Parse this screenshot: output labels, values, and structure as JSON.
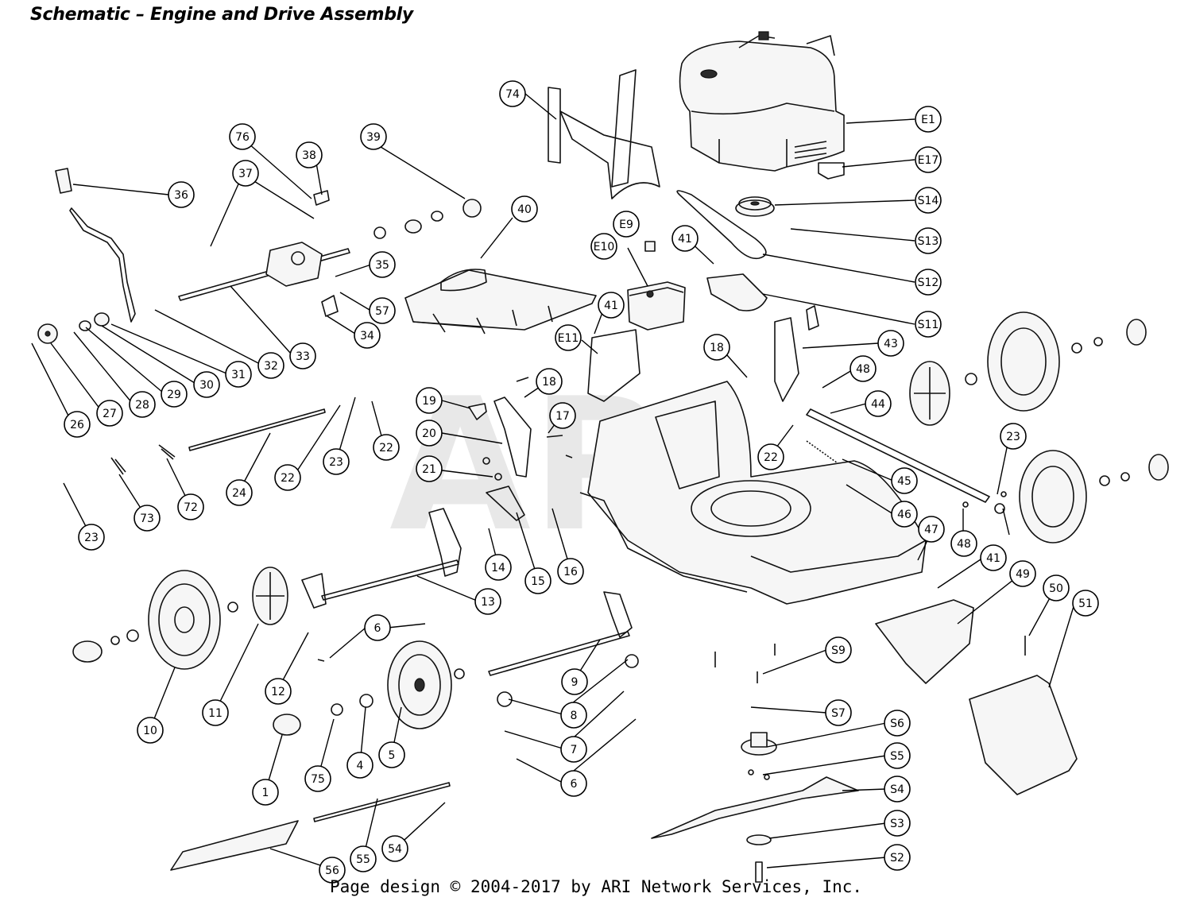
{
  "title": "Schematic – Engine and Drive Assembly",
  "watermark": "ARI",
  "footer": "Page design © 2004-2017 by ARI Network Services, Inc.",
  "callouts": [
    {
      "id": "74",
      "label": "74"
    },
    {
      "id": "E1",
      "label": "E1"
    },
    {
      "id": "E17",
      "label": "E17"
    },
    {
      "id": "76",
      "label": "76"
    },
    {
      "id": "38",
      "label": "38"
    },
    {
      "id": "39",
      "label": "39"
    },
    {
      "id": "36",
      "label": "36"
    },
    {
      "id": "37",
      "label": "37"
    },
    {
      "id": "40",
      "label": "40"
    },
    {
      "id": "S14",
      "label": "S14"
    },
    {
      "id": "E9",
      "label": "E9"
    },
    {
      "id": "S13",
      "label": "S13"
    },
    {
      "id": "E10",
      "label": "E10"
    },
    {
      "id": "41a",
      "label": "41"
    },
    {
      "id": "S12",
      "label": "S12"
    },
    {
      "id": "35",
      "label": "35"
    },
    {
      "id": "57",
      "label": "57"
    },
    {
      "id": "S11",
      "label": "S11"
    },
    {
      "id": "41b",
      "label": "41"
    },
    {
      "id": "34",
      "label": "34"
    },
    {
      "id": "E11",
      "label": "E11"
    },
    {
      "id": "18a",
      "label": "18"
    },
    {
      "id": "43",
      "label": "43"
    },
    {
      "id": "33",
      "label": "33"
    },
    {
      "id": "32",
      "label": "32"
    },
    {
      "id": "31",
      "label": "31"
    },
    {
      "id": "30",
      "label": "30"
    },
    {
      "id": "29",
      "label": "29"
    },
    {
      "id": "28",
      "label": "28"
    },
    {
      "id": "27",
      "label": "27"
    },
    {
      "id": "26",
      "label": "26"
    },
    {
      "id": "48a",
      "label": "48"
    },
    {
      "id": "18b",
      "label": "18"
    },
    {
      "id": "19",
      "label": "19"
    },
    {
      "id": "44",
      "label": "44"
    },
    {
      "id": "17",
      "label": "17"
    },
    {
      "id": "20",
      "label": "20"
    },
    {
      "id": "22a",
      "label": "22"
    },
    {
      "id": "23a",
      "label": "23"
    },
    {
      "id": "22b",
      "label": "22"
    },
    {
      "id": "22c",
      "label": "22"
    },
    {
      "id": "23b",
      "label": "23"
    },
    {
      "id": "24",
      "label": "24"
    },
    {
      "id": "72",
      "label": "72"
    },
    {
      "id": "73",
      "label": "73"
    },
    {
      "id": "21",
      "label": "21"
    },
    {
      "id": "45",
      "label": "45"
    },
    {
      "id": "46",
      "label": "46"
    },
    {
      "id": "23c",
      "label": "23"
    },
    {
      "id": "47",
      "label": "47"
    },
    {
      "id": "48b",
      "label": "48"
    },
    {
      "id": "14",
      "label": "14"
    },
    {
      "id": "16",
      "label": "16"
    },
    {
      "id": "15",
      "label": "15"
    },
    {
      "id": "41c",
      "label": "41"
    },
    {
      "id": "49",
      "label": "49"
    },
    {
      "id": "50",
      "label": "50"
    },
    {
      "id": "51",
      "label": "51"
    },
    {
      "id": "13",
      "label": "13"
    },
    {
      "id": "6a",
      "label": "6"
    },
    {
      "id": "S9",
      "label": "S9"
    },
    {
      "id": "12",
      "label": "12"
    },
    {
      "id": "9",
      "label": "9"
    },
    {
      "id": "11",
      "label": "11"
    },
    {
      "id": "10",
      "label": "10"
    },
    {
      "id": "8",
      "label": "8"
    },
    {
      "id": "S7",
      "label": "S7"
    },
    {
      "id": "5",
      "label": "5"
    },
    {
      "id": "7",
      "label": "7"
    },
    {
      "id": "S6",
      "label": "S6"
    },
    {
      "id": "4",
      "label": "4"
    },
    {
      "id": "75",
      "label": "75"
    },
    {
      "id": "S5",
      "label": "S5"
    },
    {
      "id": "6b",
      "label": "6"
    },
    {
      "id": "1",
      "label": "1"
    },
    {
      "id": "S4",
      "label": "S4"
    },
    {
      "id": "S3",
      "label": "S3"
    },
    {
      "id": "54",
      "label": "54"
    },
    {
      "id": "55",
      "label": "55"
    },
    {
      "id": "S2",
      "label": "S2"
    },
    {
      "id": "56",
      "label": "56"
    }
  ]
}
